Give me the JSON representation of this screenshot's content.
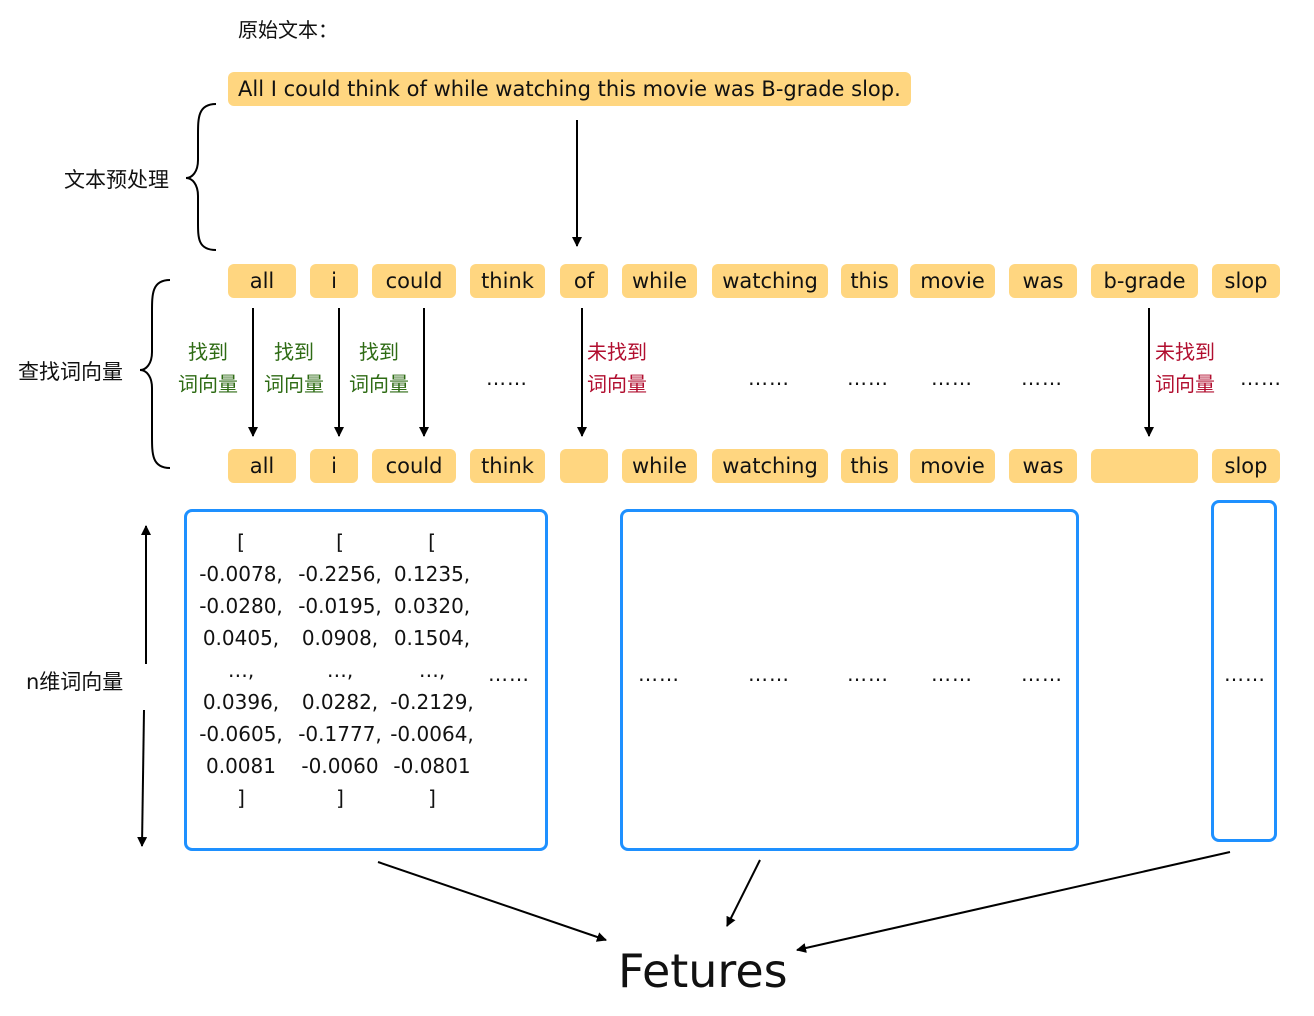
{
  "original_label": "原始文本：",
  "sentence": "All I could think of while watching this movie was B-grade slop.",
  "stage_labels": {
    "preprocess": "文本预处理",
    "lookup": "查找词向量",
    "ndim": "n维词向量"
  },
  "tokens": [
    "all",
    "i",
    "could",
    "think",
    "of",
    "while",
    "watching",
    "this",
    "movie",
    "was",
    "b-grade",
    "slop"
  ],
  "result_tokens": [
    "all",
    "i",
    "could",
    "think",
    "",
    "while",
    "watching",
    "this",
    "movie",
    "was",
    "",
    "slop"
  ],
  "lookup_status": {
    "found_line1": "找到",
    "found_line2": "词向量",
    "notfound_line1": "未找到",
    "notfound_line2": "词向量",
    "ellipsis": "……"
  },
  "vectors": [
    {
      "open": "[",
      "values": [
        "-0.0078,",
        "-0.0280,",
        "0.0405,",
        "…,",
        "0.0396,",
        "-0.0605,",
        "0.0081"
      ],
      "close": "]"
    },
    {
      "open": "[",
      "values": [
        "-0.2256,",
        "-0.0195,",
        "0.0908,",
        "…,",
        "0.0282,",
        "-0.1777,",
        "-0.0060"
      ],
      "close": "]"
    },
    {
      "open": "[",
      "values": [
        "0.1235,",
        "0.0320,",
        "0.1504,",
        "…,",
        "-0.2129,",
        "-0.0064,",
        "-0.0801"
      ],
      "close": "]"
    }
  ],
  "vector_ellipsis": "……",
  "output_label": "Fetures",
  "colors": {
    "token_fill": "#ffd680",
    "box_border": "#1e90ff",
    "found_text": "#2e6b14",
    "notfound_text": "#b10e2f"
  }
}
